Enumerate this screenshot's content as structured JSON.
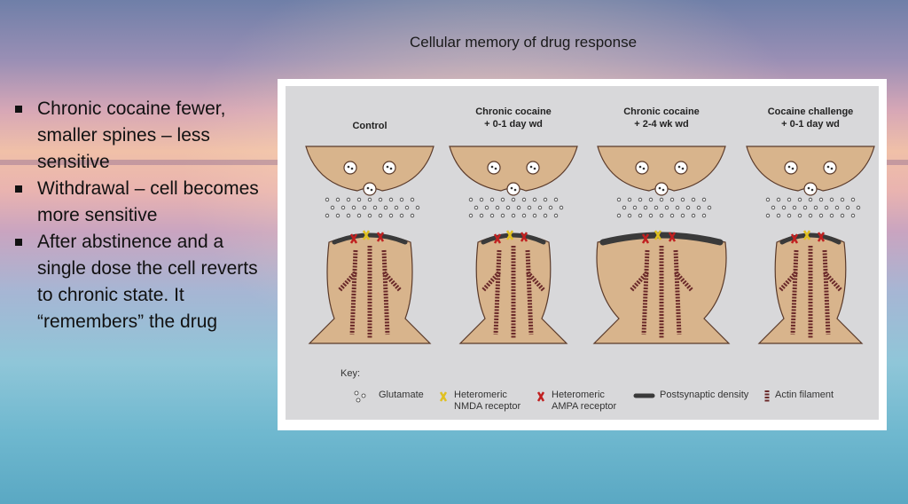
{
  "slide": {
    "title": "Cellular memory of drug response",
    "bullets": [
      "Chronic cocaine fewer, smaller spines – less sensitive",
      "Withdrawal – cell becomes more sensitive",
      "After abstinence and a single dose the cell reverts to chronic state. It “remembers” the drug"
    ]
  },
  "figure": {
    "panels": [
      {
        "title_line1": "Control",
        "title_line2": ""
      },
      {
        "title_line1": "Chronic cocaine",
        "title_line2": "+ 0-1 day wd"
      },
      {
        "title_line1": "Chronic cocaine",
        "title_line2": "+ 2-4 wk wd"
      },
      {
        "title_line1": "Cocaine challenge",
        "title_line2": "+ 0-1 day wd"
      }
    ],
    "key": {
      "heading": "Key:",
      "glutamate": "Glutamate",
      "nmda_line1": "Heteromeric",
      "nmda_line2": "NMDA receptor",
      "ampa_line1": "Heteromeric",
      "ampa_line2": "AMPA receptor",
      "psd": "Postsynaptic density",
      "actin": "Actin filament"
    },
    "colors": {
      "cell": "#d8b48c",
      "cell_outline": "#5a3a2a",
      "actin": "#6b2a2a",
      "psd": "#3a3a3a",
      "nmda": "#e0c020",
      "ampa": "#c02020"
    }
  }
}
